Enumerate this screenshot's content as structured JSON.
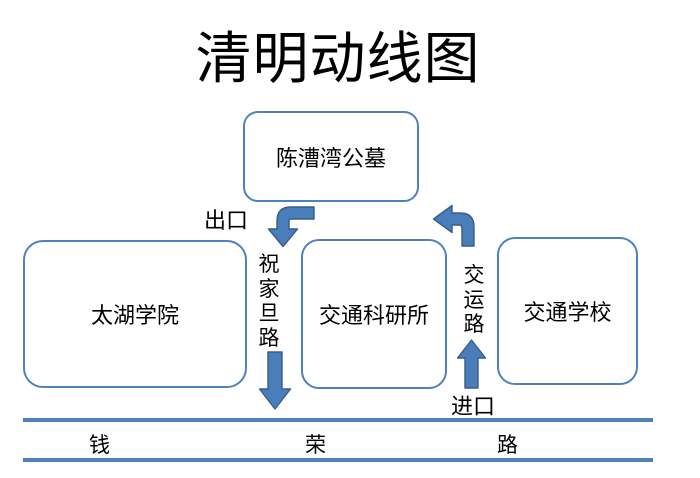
{
  "title": "清明动线图",
  "nodes": {
    "cemetery": {
      "label": "陈漕湾公墓"
    },
    "taihu_college": {
      "label": "太湖学院"
    },
    "traffic_research_institute": {
      "label": "交通科研所"
    },
    "traffic_school": {
      "label": "交通学校"
    }
  },
  "vertical_roads": {
    "zhujiadan": {
      "label": "祝家旦路"
    },
    "jiaoyun": {
      "label": "交运路"
    }
  },
  "bottom_road": {
    "name": "钱荣路",
    "chars": [
      "钱",
      "荣",
      "路"
    ]
  },
  "flow_labels": {
    "exit": "出口",
    "entrance": "进口"
  },
  "arrows": {
    "exit_bend": "elbow-arrow-turn-down",
    "exit_down": "block-arrow-down",
    "entrance_up": "block-arrow-up",
    "entrance_bend": "elbow-arrow-turn-left"
  },
  "colors": {
    "shape_outline": "#4f81bd",
    "arrow_fill": "#4a7ebb",
    "arrow_outline": "#385d8a",
    "road_line": "#4f81bd",
    "text": "#000000",
    "background": "#ffffff"
  }
}
